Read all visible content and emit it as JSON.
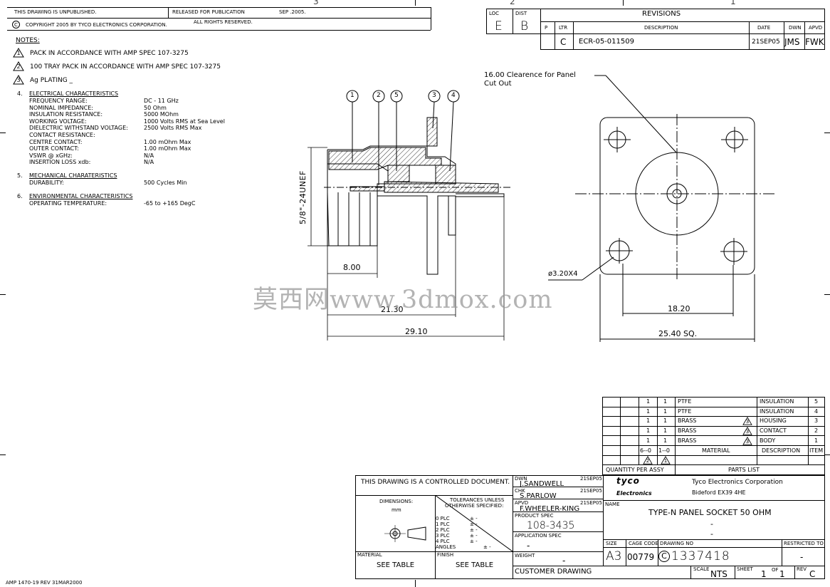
{
  "zone_numbers": [
    "3",
    "2",
    "1"
  ],
  "header": {
    "unpublished": "THIS DRAWING IS UNPUBLISHED.",
    "released": "RELEASED FOR PUBLICATION",
    "date": "SEP .2005.",
    "copyright_symbol": "C",
    "copyright_text": "COPYRIGHT   2005     BY TYCO ELECTRONICS CORPORATION.",
    "rights": "ALL RIGHTS RESERVED.",
    "loc_label": "LOC",
    "loc_value": "E",
    "dist_label": "DIST",
    "dist_value": "B"
  },
  "revisions": {
    "title": "REVISIONS",
    "headers": {
      "p": "P",
      "ltr": "LTR",
      "description": "DESCRIPTION",
      "date": "DATE",
      "dwn": "DWN",
      "apvd": "APVD"
    },
    "row": {
      "ltr": "C",
      "description": "ECR-05-011509",
      "date": "21SEP05",
      "dwn": "JMS",
      "apvd": "FWK"
    }
  },
  "notes": {
    "title": "NOTES:",
    "items": [
      {
        "num": "1",
        "text": "PACK IN ACCORDANCE WITH AMP SPEC 107-3275"
      },
      {
        "num": "2",
        "text": "100 TRAY PACK IN ACCORDANCE WITH AMP SPEC 107-3275"
      },
      {
        "num": "3",
        "text": "Ag PLATING  _"
      }
    ],
    "electrical": {
      "num": "4.",
      "title": "ELECTRICAL CHARACTERISTICS",
      "rows": [
        {
          "label": "FREQUENCY RANGE:",
          "value": "DC - 11 GHz"
        },
        {
          "label": "NOMINAL IMPEDANCE:",
          "value": "50 Ohm"
        },
        {
          "label": "INSULATION RESISTANCE:",
          "value": "5000 MOhm"
        },
        {
          "label": "WORKING VOLTAGE:",
          "value": "1000 Volts RMS at Sea   Level"
        },
        {
          "label": "DIELECTRIC WITHSTAND VOLTAGE:",
          "value": "2500 Volts RMS Max"
        },
        {
          "label": "CONTACT RESISTANCE:",
          "value": ""
        },
        {
          "label": "CENTRE CONTACT:",
          "value": "1.00 mOhm Max"
        },
        {
          "label": "OUTER CONTACT:",
          "value": "1.00 mOhm Max"
        },
        {
          "label": "VSWR @ xGHz:",
          "value": "N/A"
        },
        {
          "label": "INSERTION LOSS xdb:",
          "value": "N/A"
        }
      ]
    },
    "mechanical": {
      "num": "5.",
      "title": "MECHANICAL CHARATERISTICS",
      "label": "DURABILITY:",
      "value": "500 Cycles Min"
    },
    "environmental": {
      "num": "6.",
      "title": "ENVIRONMENTAL CHARACTERISTICS",
      "label": "OPERATING TEMPERATURE:",
      "value": "-65 to +165 DegC"
    }
  },
  "drawing": {
    "balloons": [
      "1",
      "2",
      "5",
      "3",
      "4"
    ],
    "thread_callout": "5/8\"-24UNEF",
    "dim_8": "8.00",
    "dim_21": "21.30",
    "dim_29": "29.10",
    "clearance_note_line1": "16.00 Clearence for Panel",
    "clearance_note_line2": "Cut Out",
    "hole_callout": "ø3.20X4",
    "dim_18": "18.20",
    "dim_25": "25.40 SQ."
  },
  "watermark": "莫西网www.3dmox.com",
  "parts_list": {
    "rows": [
      {
        "qa": "1",
        "qb": "1",
        "material": "PTFE",
        "flag": "",
        "description": "INSULATION",
        "item": "5"
      },
      {
        "qa": "1",
        "qb": "1",
        "material": "PTFE",
        "flag": "",
        "description": "INSULATION",
        "item": "4"
      },
      {
        "qa": "1",
        "qb": "1",
        "material": "BRASS",
        "flag": "3",
        "description": "HOUSING",
        "item": "3"
      },
      {
        "qa": "1",
        "qb": "1",
        "material": "BRASS",
        "flag": "3",
        "description": "CONTACT",
        "item": "2"
      },
      {
        "qa": "1",
        "qb": "1",
        "material": "BRASS",
        "flag": "3",
        "description": "BODY",
        "item": "1"
      }
    ],
    "header_qa": "6--0",
    "header_qb": "1--0",
    "header_material": "MATERIAL",
    "header_description": "DESCRIPTION",
    "header_item": "ITEM",
    "flag_a": "2",
    "flag_b": "1",
    "qty_label": "QUANTITY PER ASSY",
    "title": "PARTS LIST"
  },
  "title_block": {
    "controlled": "THIS DRAWING IS A CONTROLLED DOCUMENT.",
    "dimensions_label": "DIMENSIONS:",
    "dimensions_unit": "mm",
    "tolerances_line1": "TOLERANCES UNLESS",
    "tolerances_line2": "OTHERWISE SPECIFIED:",
    "plc": [
      "0  PLC",
      "1  PLC",
      "2  PLC",
      "3  PLC",
      "4  PLC"
    ],
    "plc_tol": [
      "± -",
      "± -",
      "± -",
      "± -",
      "± -"
    ],
    "angles": "ANGLES",
    "angles_tol": "± -",
    "material_label": "MATERIAL",
    "material_value": "SEE TABLE",
    "finish_label": "FINISH",
    "finish_value": "SEE TABLE",
    "dwn_label": "DWN",
    "dwn_name": "J.SANDWELL",
    "dwn_date": "21SEP05",
    "chk_label": "CHK",
    "chk_name": "S.PARLOW",
    "chk_date": "21SEP05",
    "apvd_label": "APVD",
    "apvd_name": "F.WHEELER-KING",
    "apvd_date": "21SEP05",
    "product_spec_label": "PRODUCT SPEC",
    "product_spec": "108-3435",
    "application_spec_label": "APPLICATION SPEC",
    "application_spec": "-",
    "weight_label": "WEIGHT",
    "weight": "-",
    "customer_drawing": "CUSTOMER DRAWING",
    "logo_top": "tyco",
    "logo_bottom": "Electronics",
    "company": "Tyco Electronics Corporation",
    "address": "Bideford EX39 4HE",
    "name_label": "NAME",
    "name": "TYPE-N PANEL SOCKET 50 OHM",
    "name_dash1": "-",
    "name_dash2": "-",
    "size_label": "SIZE",
    "size": "A3",
    "cage_label": "CAGE CODE",
    "cage": "00779",
    "drawing_no_label": "DRAWING NO",
    "drawing_prefix": "C",
    "drawing_no": "1337418",
    "restricted_label": "RESTRICTED TO",
    "restricted": "-",
    "scale_label": "SCALE",
    "scale": "NTS",
    "sheet_label": "SHEET",
    "sheet": "1",
    "of_label": "OF",
    "sheet_of": "1",
    "rev_label": "REV",
    "rev": "C"
  },
  "footer": "AMP 1470-19 REV 31MAR2000"
}
